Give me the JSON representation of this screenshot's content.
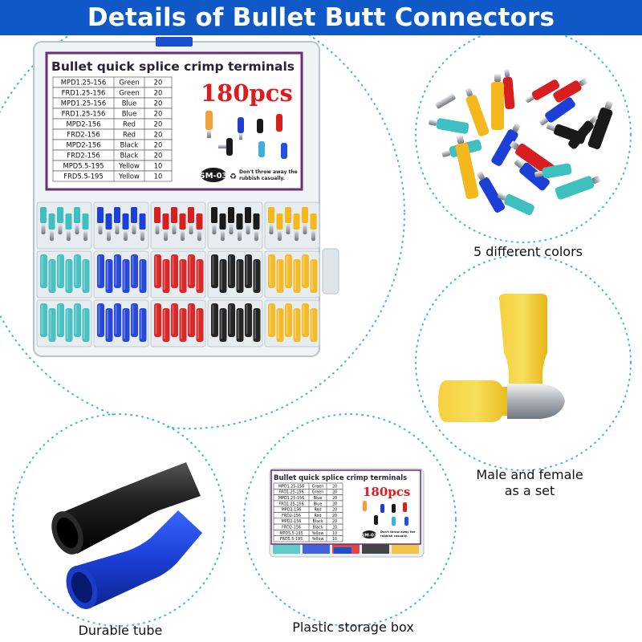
{
  "header": {
    "title": "Details of Bullet Butt Connectors"
  },
  "box": {
    "title": "Bullet quick splice crimp terminals",
    "count": "180pcs",
    "model": "SM-03",
    "note_line1": "Don't throw away the",
    "note_line2": "rubbish casually.",
    "rows": [
      {
        "model": "MPD1.25-156",
        "color": "Green",
        "qty": "20"
      },
      {
        "model": "FRD1.25-156",
        "color": "Green",
        "qty": "20"
      },
      {
        "model": "MPD1.25-156",
        "color": "Blue",
        "qty": "20"
      },
      {
        "model": "FRD1.25-156",
        "color": "Blue",
        "qty": "20"
      },
      {
        "model": "MPD2-156",
        "color": "Red",
        "qty": "20"
      },
      {
        "model": "FRD2-156",
        "color": "Red",
        "qty": "20"
      },
      {
        "model": "MPD2-156",
        "color": "Black",
        "qty": "20"
      },
      {
        "model": "FRD2-156",
        "color": "Black",
        "qty": "20"
      },
      {
        "model": "MPD5.5-195",
        "color": "Yellow",
        "qty": "10"
      },
      {
        "model": "FRD5.5-195",
        "color": "Yellow",
        "qty": "10"
      }
    ]
  },
  "captions": {
    "colors": "5 different colors",
    "set_line1": "Male and female",
    "set_line2": "as a set",
    "tube": "Durable tube",
    "box": "Plastic storage box"
  },
  "palette": {
    "teal": "#3fbfbf",
    "blue": "#1c3fd8",
    "red": "#d81e1e",
    "black": "#1a1a1a",
    "yellow": "#f4b81c",
    "accent": "#0f58c8"
  }
}
